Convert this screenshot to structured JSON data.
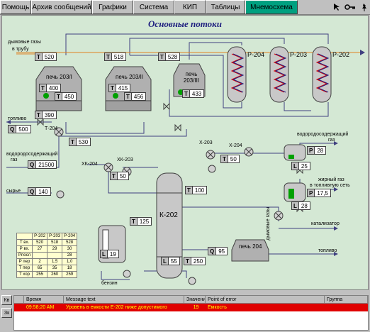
{
  "menu": {
    "items": [
      "Помощь",
      "Архив сообщений",
      "Графики",
      "Система",
      "КИП",
      "Таблицы",
      "Мнемосхема"
    ],
    "active_index": 6
  },
  "tools": {
    "icons": [
      "pointer-icon",
      "key-icon",
      "pin-icon"
    ]
  },
  "title": "Основные потоки",
  "furnaces": [
    {
      "label": "печь 203/I"
    },
    {
      "label": "печь 203/II"
    },
    {
      "label": "печь 203/III"
    },
    {
      "label": "печь 204"
    }
  ],
  "reactors": [
    "Р-204",
    "Р-203",
    "Р-202"
  ],
  "column": {
    "label": "К-202"
  },
  "tags": {
    "t520": {
      "k": "T",
      "v": "520"
    },
    "t518": {
      "k": "T",
      "v": "518"
    },
    "t528": {
      "k": "T",
      "v": "528"
    },
    "t400": {
      "k": "T",
      "v": "400"
    },
    "t450": {
      "k": "T",
      "v": "450"
    },
    "t415": {
      "k": "T",
      "v": "415"
    },
    "t456": {
      "k": "T",
      "v": "456"
    },
    "t433": {
      "k": "T",
      "v": "433"
    },
    "t390": {
      "k": "T",
      "v": "390"
    },
    "q500": {
      "k": "Q",
      "v": "500"
    },
    "t530": {
      "k": "T",
      "v": "530"
    },
    "q21500": {
      "k": "Q",
      "v": "21500"
    },
    "q140": {
      "k": "Q",
      "v": "140"
    },
    "t50a": {
      "k": "T",
      "v": "50"
    },
    "t50b": {
      "k": "T",
      "v": "50"
    },
    "t100": {
      "k": "T",
      "v": "100"
    },
    "t125": {
      "k": "T",
      "v": "125"
    },
    "l19": {
      "k": "L",
      "v": "19"
    },
    "l55": {
      "k": "L",
      "v": "55"
    },
    "t250": {
      "k": "T",
      "v": "250"
    },
    "q95": {
      "k": "Q",
      "v": "95"
    },
    "p28": {
      "k": "P",
      "v": "28"
    },
    "l25": {
      "k": "L",
      "v": "25"
    },
    "p175": {
      "k": "P",
      "v": "17,5"
    },
    "l28": {
      "k": "L",
      "v": "28"
    }
  },
  "labels": {
    "flue_gas": "дымовые газы",
    "to_stack": "в трубу",
    "fuel_left": "топливо",
    "t204": "Т-204",
    "hydrogen_gas": "водородосодержащий",
    "gas": "газ",
    "raw": "сырье",
    "hk204": "ХК-204",
    "hk203": "ХК-203",
    "x203": "Х-203",
    "x204": "Х-204",
    "h2_gas_right": "водородосодержащий",
    "gas_right": "газ",
    "fat_gas": "жирный газ",
    "to_fuel_net": "в топливную сеть",
    "catalyzate": "катализатор",
    "fuel_right": "топливо",
    "benzine": "бензин",
    "flue_vertical": "дымовые газы"
  },
  "table": {
    "head": [
      "",
      "Р-202",
      "Р-203",
      "Р-204"
    ],
    "rows": [
      [
        "Т вх.",
        "520",
        "518",
        "528"
      ],
      [
        "Р вх.",
        "27",
        "29",
        "30"
      ],
      [
        "Рпосл",
        "",
        "",
        "28"
      ],
      [
        "Р пер",
        "2",
        "1,5",
        "1,0"
      ],
      [
        "Т пер",
        "65",
        "35",
        "18"
      ],
      [
        "Т хор",
        "255",
        "260",
        "259"
      ]
    ]
  },
  "alarm": {
    "side_buttons": [
      "Кв",
      "Зк"
    ],
    "columns": [
      "",
      "Время",
      "Message text",
      "Значени",
      "Point of error",
      "Группа"
    ],
    "row": {
      "icon": "",
      "time": "09:58:20 AM",
      "message": "Уровень    в емкости Е-202  ниже допустимого",
      "value": "19",
      "point": "Емкость",
      "group": ""
    }
  },
  "colors": {
    "active_tab": "#00a080",
    "alarm_bg": "#e00000",
    "alarm_text": "#ffff00",
    "flame": "#e00000",
    "level": "#00a000"
  }
}
